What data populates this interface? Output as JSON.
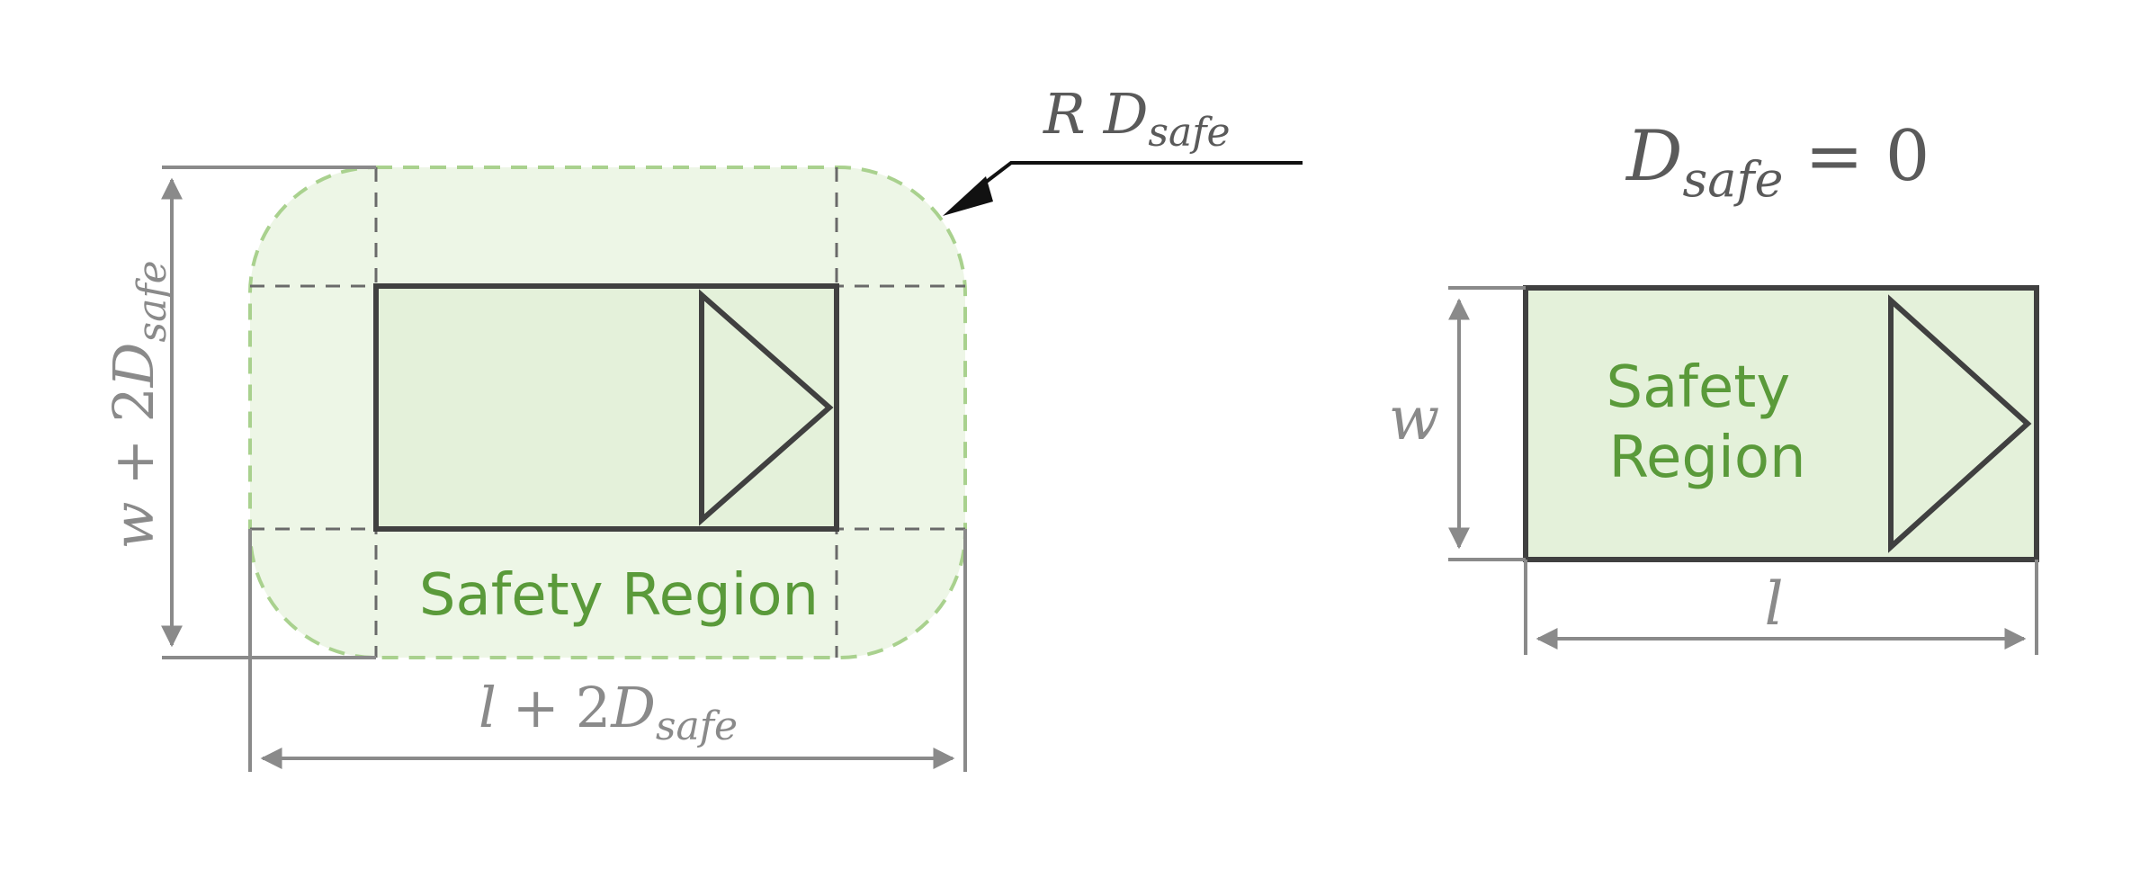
{
  "colors": {
    "safety_fill": "#e4f1da",
    "safety_fill_outer": "#edf6e6",
    "safety_border": "#a9d18e",
    "label_green": "#5a9a3a",
    "vehicle_outline": "#404040",
    "dimension_gray": "#8a8a8a",
    "text_dark": "#5a5a5a"
  },
  "left_diagram": {
    "radius_label": {
      "var": "R",
      "symbol": "D",
      "subscript": "safe"
    },
    "region_label": "Safety Region",
    "height_dim": {
      "var": "w",
      "op": "+",
      "coef": "2",
      "symbol": "D",
      "subscript": "safe"
    },
    "width_dim": {
      "var": "l",
      "op": "+",
      "coef": "2",
      "symbol": "D",
      "subscript": "safe"
    }
  },
  "right_diagram": {
    "condition": {
      "symbol": "D",
      "subscript": "safe",
      "op": "=",
      "value": "0"
    },
    "region_label_line1": "Safety",
    "region_label_line2": "Region",
    "height_dim": "w",
    "width_dim": "l"
  }
}
